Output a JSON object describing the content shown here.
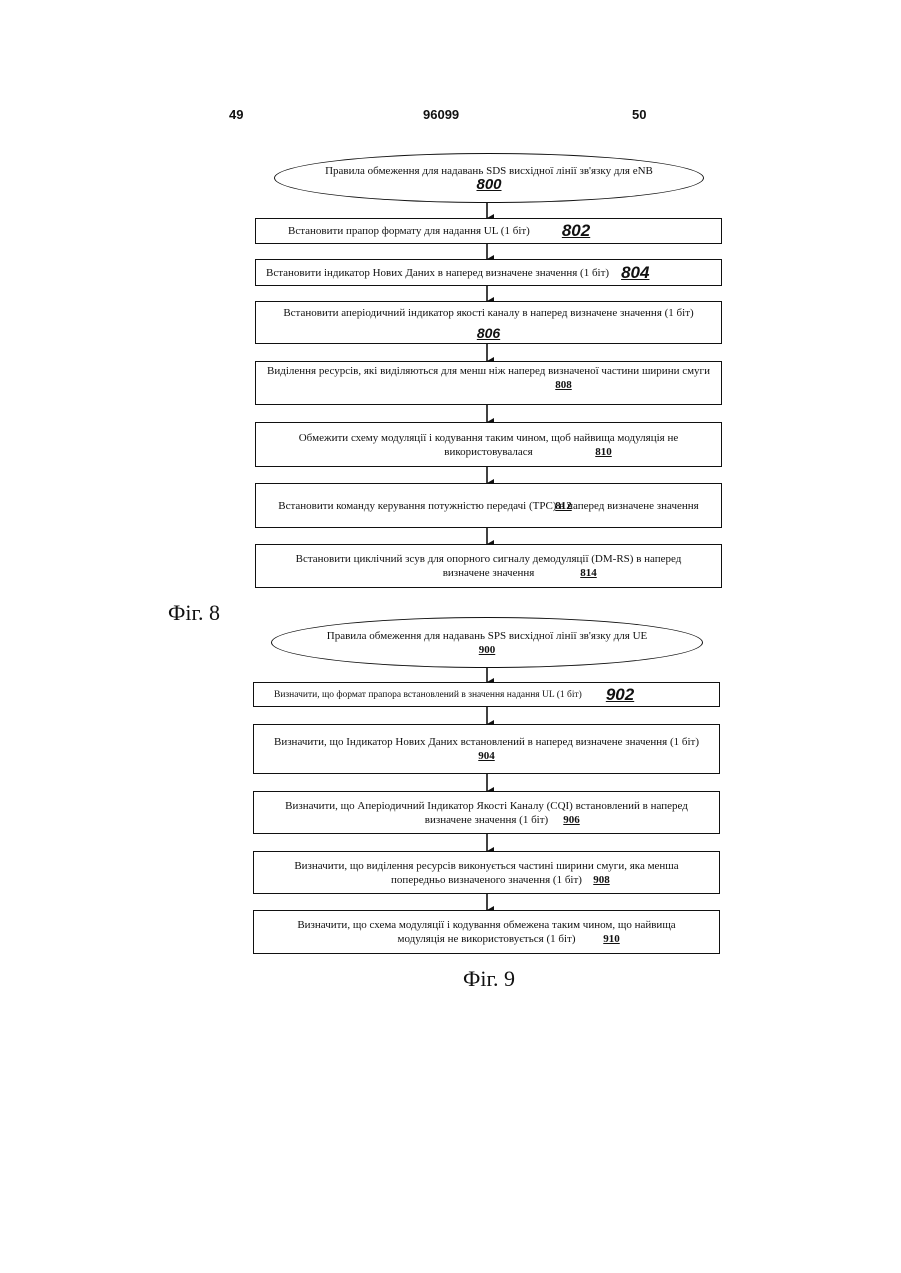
{
  "header": {
    "left_page": "49",
    "doc_number": "96099",
    "right_page": "50"
  },
  "fig8": {
    "label": "Фіг. 8",
    "start": {
      "text": "Правила обмеження для надавань SDS висхідної лінії зв'язку для eNB",
      "ref": "800"
    },
    "steps": [
      {
        "text": "Встановити прапор формату для надання UL (1 біт)",
        "ref": "802"
      },
      {
        "text": "Встановити індикатор Нових Даних в наперед визначене значення (1 біт)",
        "ref": "804"
      },
      {
        "text": "Встановити аперіодичний індикатор якості каналу в наперед визначене значення (1 біт)",
        "ref": "806"
      },
      {
        "text": "Виділення ресурсів, які виділяються для менш ніж наперед визначеної частини ширини смуги",
        "ref": "808"
      },
      {
        "text": "Обмежити схему модуляції і кодування таким чином, щоб найвища модуляція не використовувалася",
        "ref": "810"
      },
      {
        "text": "Встановити команду керування потужністю передачі (TPC) в наперед визначене значення",
        "ref": "812"
      },
      {
        "text": "Встановити циклічний зсув для опорного сигналу демодуляції (DM-RS) в наперед визначене значення",
        "ref": "814"
      }
    ]
  },
  "fig9": {
    "label": "Фіг. 9",
    "start": {
      "text": "Правила обмеження для надавань SPS висхідної лінії зв'язку для UE",
      "ref": "900"
    },
    "steps": [
      {
        "text": "Визначити, що формат прапора встановлений в значення надання UL (1 біт)",
        "ref": "902"
      },
      {
        "text": "Визначити, що Індикатор Нових Даних встановлений в наперед визначене значення (1 біт)",
        "ref": "904"
      },
      {
        "text": "Визначити, що Аперіодичний Індикатор Якості Каналу (CQI) встановлений в наперед визначене значення (1 біт)",
        "ref": "906"
      },
      {
        "text": "Визначити, що виділення ресурсів виконується частині ширини смуги, яка менша попередньо визначеного значення (1 біт)",
        "ref": "908"
      },
      {
        "text": "Визначити, що схема модуляції і кодування обмежена таким чином, що найвища модуляція не використовується (1 біт)",
        "ref": "910"
      }
    ]
  }
}
